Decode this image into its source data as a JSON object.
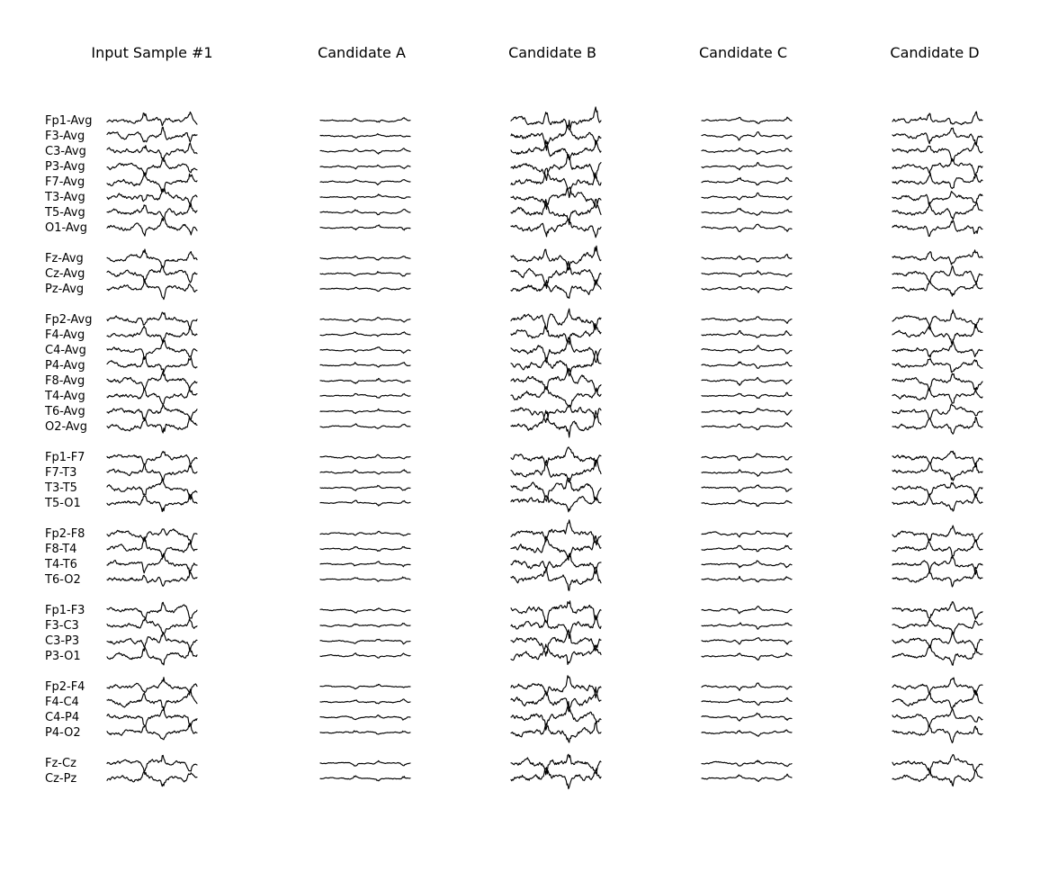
{
  "chart_data": {
    "type": "line",
    "panels": [
      {
        "id": "input",
        "title": "Input Sample #1",
        "amplitude": 1.0
      },
      {
        "id": "cand_a",
        "title": "Candidate A",
        "amplitude": 0.28
      },
      {
        "id": "cand_b",
        "title": "Candidate B",
        "amplitude": 1.35
      },
      {
        "id": "cand_c",
        "title": "Candidate C",
        "amplitude": 0.4
      },
      {
        "id": "cand_d",
        "title": "Candidate D",
        "amplitude": 0.95
      }
    ],
    "channel_groups": [
      [
        "Fp1-Avg",
        "F3-Avg",
        "C3-Avg",
        "P3-Avg",
        "F7-Avg",
        "T3-Avg",
        "T5-Avg",
        "O1-Avg"
      ],
      [
        "Fz-Avg",
        "Cz-Avg",
        "Pz-Avg"
      ],
      [
        "Fp2-Avg",
        "F4-Avg",
        "C4-Avg",
        "P4-Avg",
        "F8-Avg",
        "T4-Avg",
        "T6-Avg",
        "O2-Avg"
      ],
      [
        "Fp1-F7",
        "F7-T3",
        "T3-T5",
        "T5-O1"
      ],
      [
        "Fp2-F8",
        "F8-T4",
        "T4-T6",
        "T6-O2"
      ],
      [
        "Fp1-F3",
        "F3-C3",
        "C3-P3",
        "P3-O1"
      ],
      [
        "Fp2-F4",
        "F4-C4",
        "C4-P4",
        "P4-O2"
      ],
      [
        "Fz-Cz",
        "Cz-Pz"
      ]
    ]
  }
}
